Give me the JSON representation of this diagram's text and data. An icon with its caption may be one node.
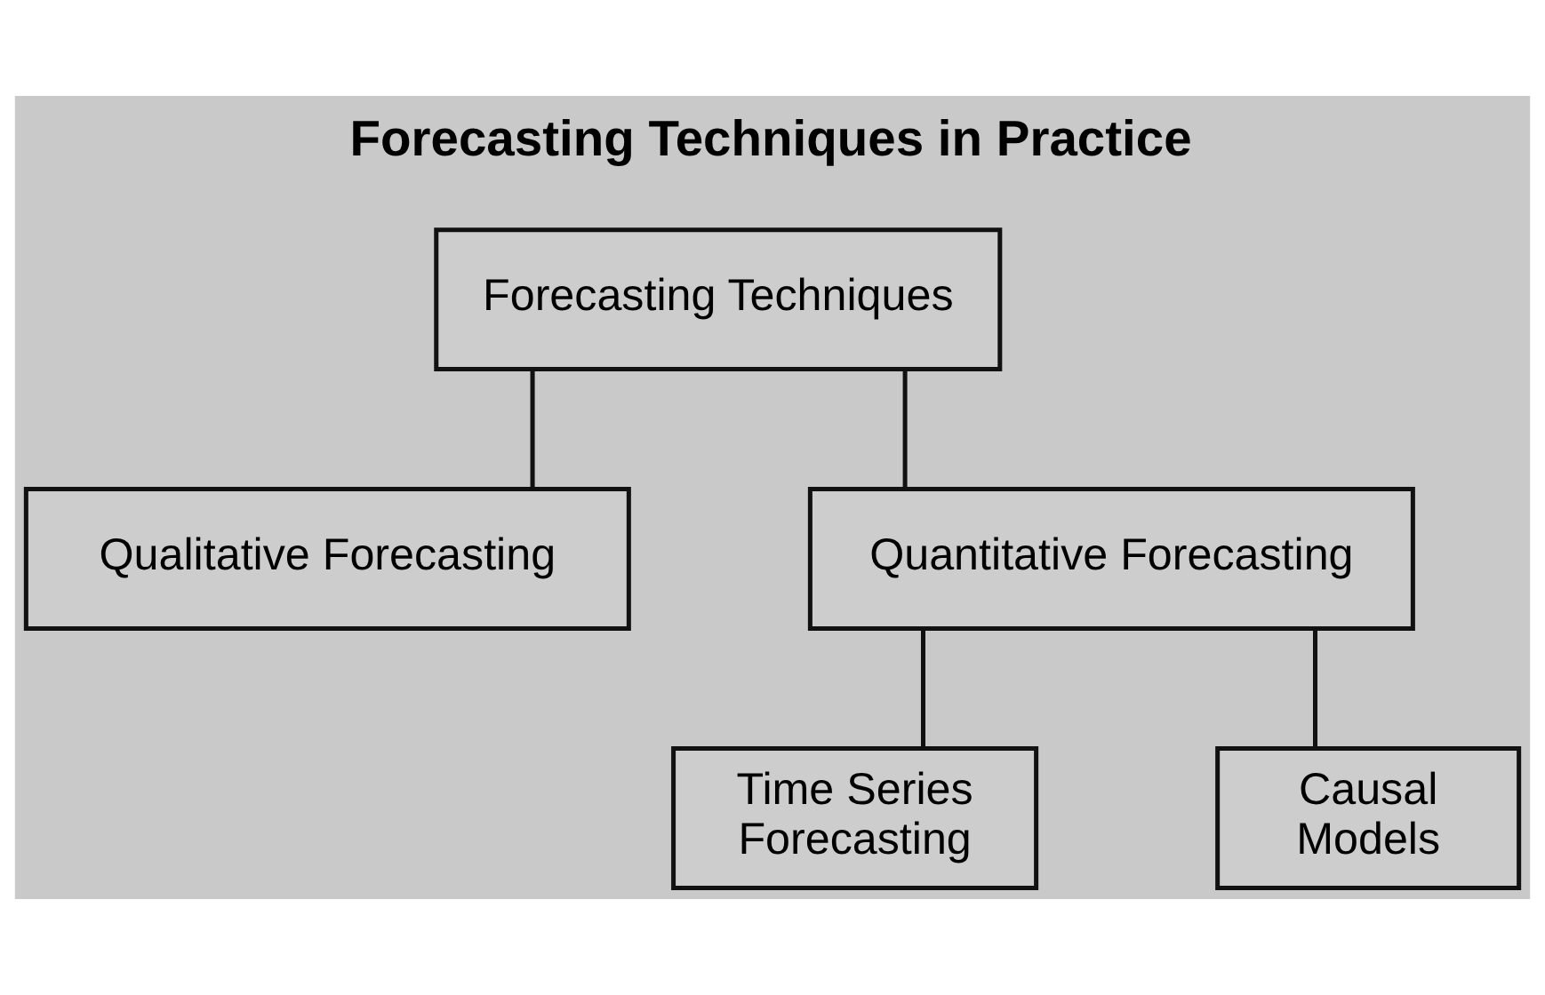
{
  "diagram": {
    "title": "Forecasting Techniques in Practice",
    "nodes": [
      {
        "text": [
          "Forecasting Techniques"
        ]
      },
      {
        "text": [
          "Qualitative Forecasting"
        ]
      },
      {
        "text": [
          "Quantitative Forecasting"
        ]
      },
      {
        "text": [
          "Time Series Forecasting"
        ]
      },
      {
        "text": [
          "Causal Models"
        ]
      }
    ],
    "edges": [
      {
        "from": 0,
        "to": 1,
        "arrow": "none"
      },
      {
        "from": 0,
        "to": 2,
        "arrow": "none"
      },
      {
        "from": 2,
        "to": 3,
        "arrow": "none"
      },
      {
        "from": 2,
        "to": 4,
        "arrow": "none"
      }
    ]
  }
}
